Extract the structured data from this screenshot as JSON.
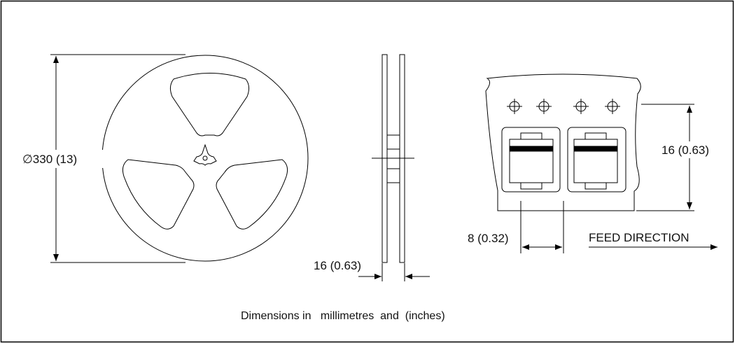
{
  "labels": {
    "reel_diameter": "∅330 (13)",
    "reel_width": "16 (0.63)",
    "tape_width": "16 (0.63)",
    "pitch": "8 (0.32)",
    "feed_direction": "FEED DIRECTION"
  },
  "caption": "Dimensions in   millimetres  and  (inches)",
  "colors": {
    "line": "#000000",
    "background": "#ffffff"
  }
}
